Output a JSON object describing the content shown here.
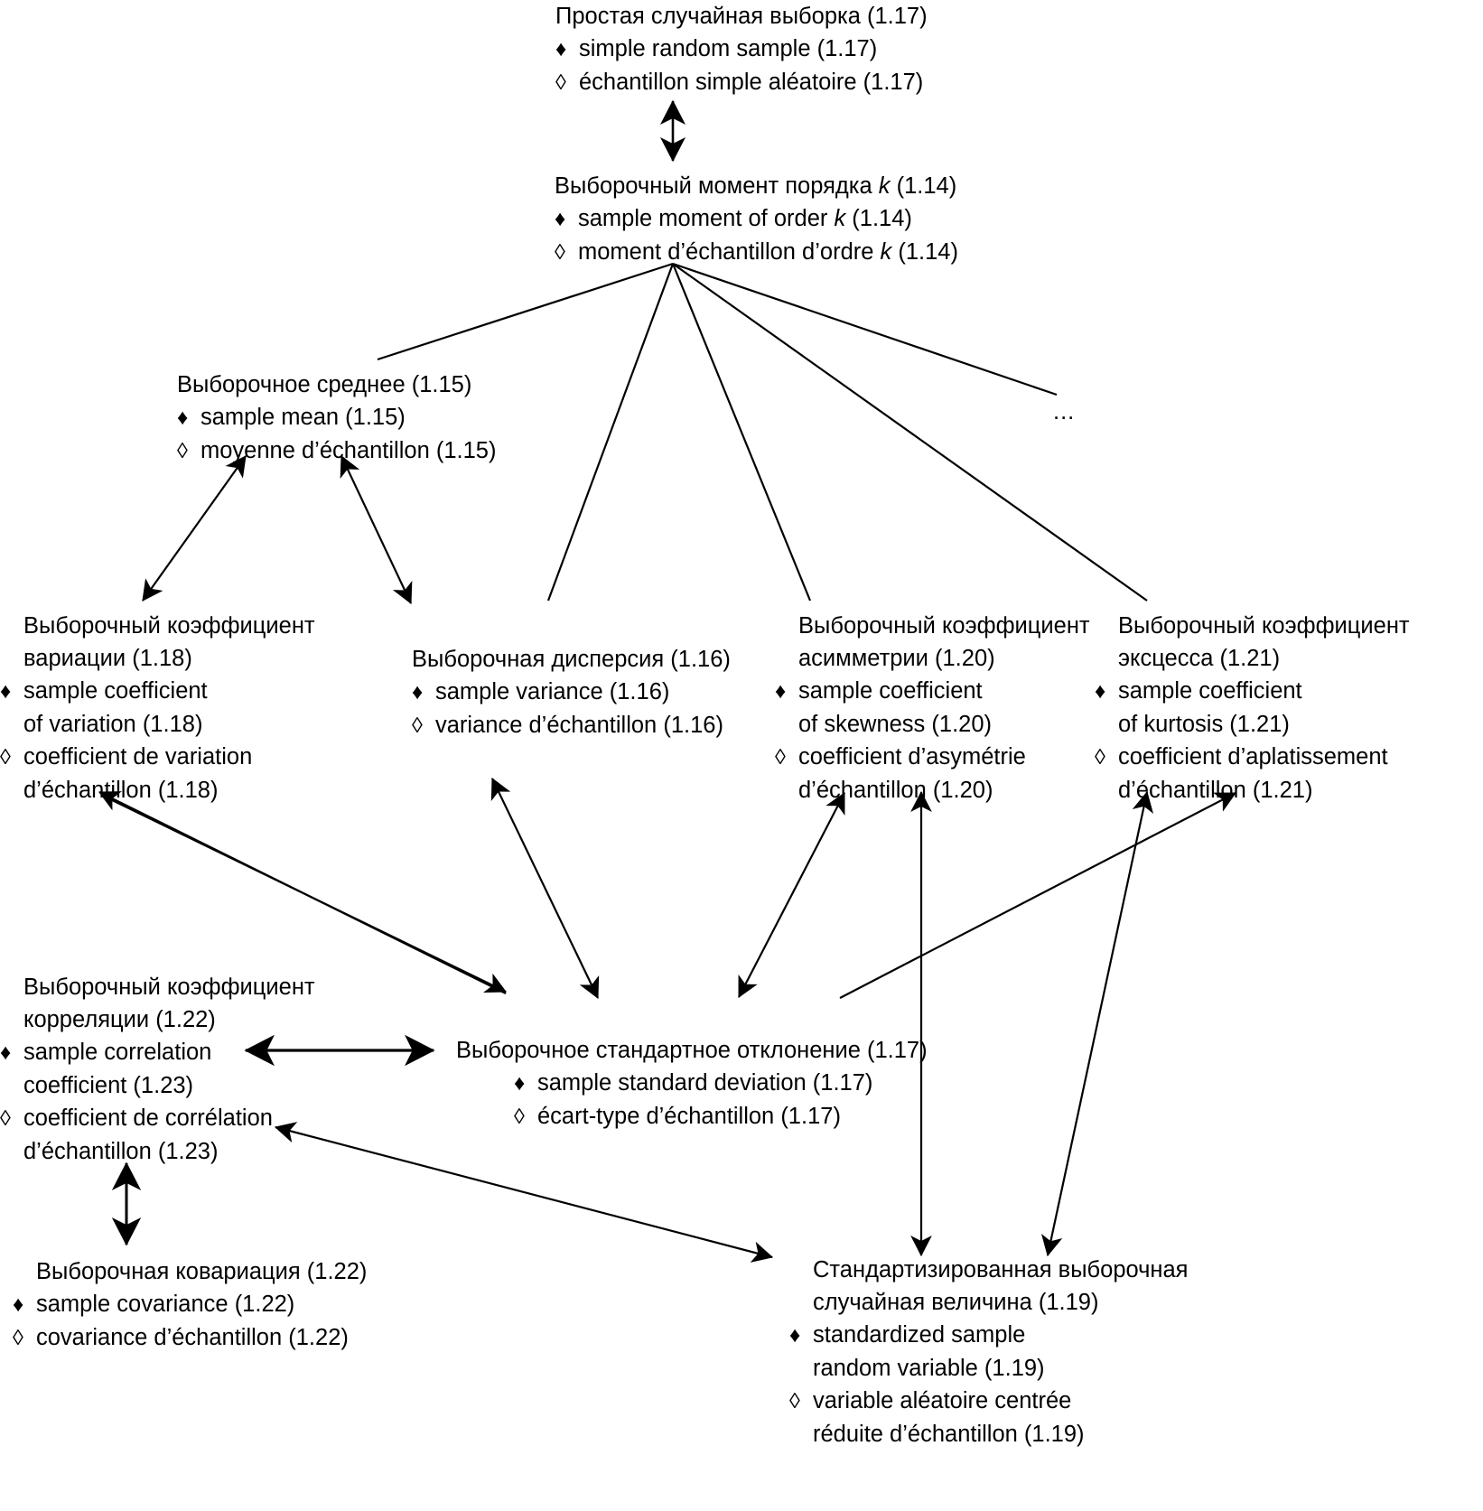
{
  "diagram": {
    "title_note": "Terminology network: sample statistics (Russian / English / French)",
    "bullets": {
      "filled": "♦",
      "hollow": "◊"
    },
    "ellipsis": "...",
    "colors": {
      "ink": "#000000",
      "background": "#ffffff"
    }
  },
  "nodes": {
    "simple_random_sample": {
      "id": "simple-random-sample",
      "ru": "Простая случайная выборка (1.17)",
      "en": "simple random sample (1.17)",
      "fr": "échantillon simple aléatoire (1.17)"
    },
    "sample_moment": {
      "id": "sample-moment-of-order-k",
      "ru_a": "Выборочный момент порядка ",
      "ru_k": "k",
      "ru_b": " (1.14)",
      "en_a": "sample moment of order ",
      "en_k": "k",
      "en_b": " (1.14)",
      "fr_a": "moment d’échantillon d’ordre ",
      "fr_k": "k",
      "fr_b": " (1.14)"
    },
    "sample_mean": {
      "id": "sample-mean",
      "ru": "Выборочное среднее (1.15)",
      "en": "sample mean (1.15)",
      "fr": "moyenne d’échantillon (1.15)"
    },
    "coefficient_of_variation": {
      "id": "sample-coefficient-of-variation",
      "ru1": "Выборочный коэффициент",
      "ru2": "вариации (1.18)",
      "en1": "sample coefficient",
      "en2": "of variation (1.18)",
      "fr1": "coefficient de variation",
      "fr2": "d’échantillon (1.18)"
    },
    "sample_variance": {
      "id": "sample-variance",
      "ru": "Выборочная дисперсия (1.16)",
      "en": "sample variance (1.16)",
      "fr": "variance d’échantillon (1.16)"
    },
    "coefficient_of_skewness": {
      "id": "sample-coefficient-of-skewness",
      "ru1": "Выборочный коэффициент",
      "ru2": "асимметрии (1.20)",
      "en1": "sample coefficient",
      "en2": "of skewness (1.20)",
      "fr1": "coefficient d’asymétrie",
      "fr2": "d’échantillon (1.20)"
    },
    "coefficient_of_kurtosis": {
      "id": "sample-coefficient-of-kurtosis",
      "ru1": "Выборочный коэффициент",
      "ru2": "эксцесса (1.21)",
      "en1": "sample coefficient",
      "en2": "of kurtosis (1.21)",
      "fr1": "coefficient d’aplatissement",
      "fr2": "d’échantillon (1.21)"
    },
    "correlation_coefficient": {
      "id": "sample-correlation-coefficient",
      "ru1": "Выборочный коэффициент",
      "ru2": "корреляции (1.22)",
      "en1": "sample correlation",
      "en2": "coefficient (1.23)",
      "fr1": "coefficient de corrélation",
      "fr2": "d’échantillon (1.23)"
    },
    "standard_deviation": {
      "id": "sample-standard-deviation",
      "ru": "Выборочное стандартное отклонение (1.17)",
      "en": "sample standard deviation (1.17)",
      "fr": "écart-type d’échantillon (1.17)"
    },
    "sample_covariance": {
      "id": "sample-covariance",
      "ru": "Выборочная ковариация (1.22)",
      "en": "sample covariance (1.22)",
      "fr": "covariance d’échantillon (1.22)"
    },
    "standardized_sample_rv": {
      "id": "standardized-sample-random-variable",
      "ru1": "Стандартизированная выборочная",
      "ru2": "случайная величина (1.19)",
      "en1": "standardized sample",
      "en2": "random variable (1.19)",
      "fr1": "variable aléatoire centrée",
      "fr2": "réduite d’échantillon (1.19)"
    }
  }
}
